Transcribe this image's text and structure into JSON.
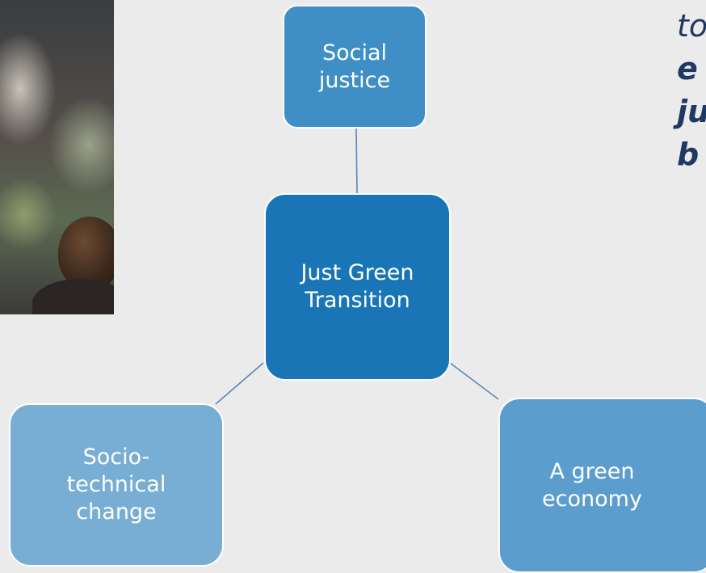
{
  "photo": {
    "description_icon": "crowd-photo"
  },
  "diagram": {
    "center": {
      "label": "Just Green Transition"
    },
    "nodes": [
      {
        "id": "social-justice",
        "label": "Social justice"
      },
      {
        "id": "socio-technical-change",
        "label": "Socio-technical change"
      },
      {
        "id": "green-economy",
        "label": "A green economy"
      }
    ]
  },
  "side_text": {
    "lines": [
      "to",
      "e",
      "ju",
      "b"
    ]
  },
  "colors": {
    "background": "#ebebeb",
    "center_box": "#1a75b6",
    "social_box": "#3f8fc6",
    "socio_box": "#78aed3",
    "green_box": "#5b9dcc",
    "connector": "#5a87b8",
    "side_text": "#1f3864"
  }
}
